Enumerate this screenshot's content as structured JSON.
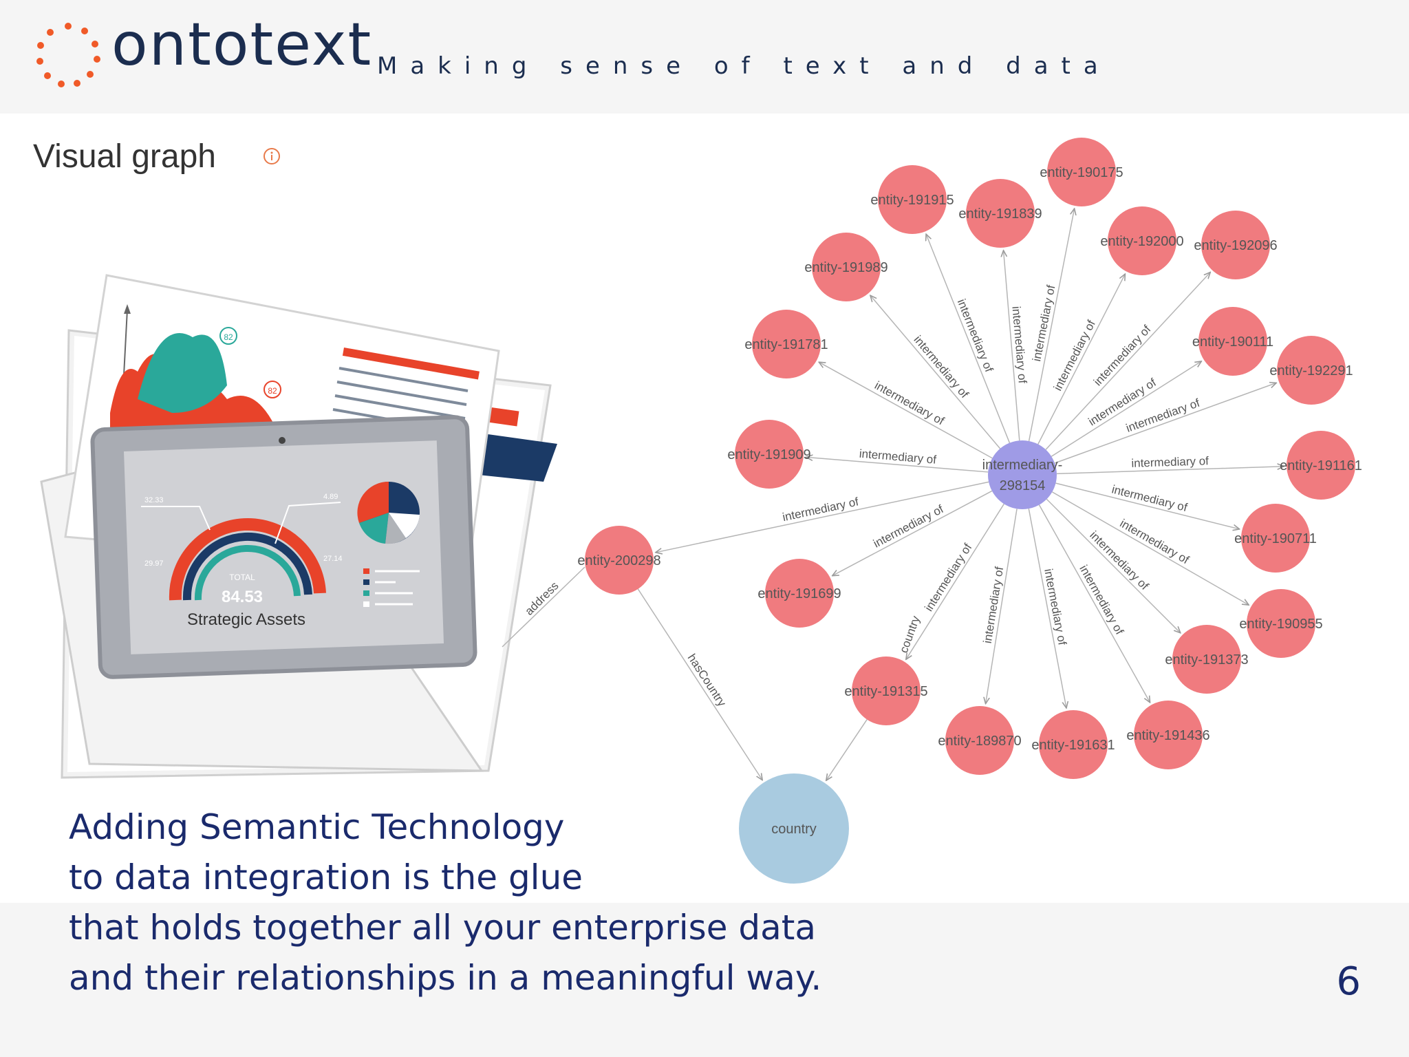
{
  "header": {
    "logo": "ontotext",
    "tagline": "Making sense of text and data"
  },
  "panel": {
    "title": "Visual graph",
    "info_icon": "info-icon"
  },
  "illustration": {
    "label": "Strategic Assets",
    "total_label": "TOTAL",
    "total_value": "84.53",
    "values": [
      "32.33",
      "4.89",
      "29.97",
      "27.14"
    ],
    "badges": [
      "82",
      "82"
    ]
  },
  "graph": {
    "center": "intermediary-298154",
    "hub_entity": "entity-200298",
    "country_node": "country",
    "edge_label": "intermediary of",
    "hub_edges": [
      "address",
      "hasCountry"
    ],
    "country_edge": "country",
    "entities": [
      "entity-190175",
      "entity-191915",
      "entity-191839",
      "entity-192000",
      "entity-192096",
      "entity-191989",
      "entity-191781",
      "entity-190111",
      "entity-192291",
      "entity-191909",
      "entity-191161",
      "entity-190711",
      "entity-191699",
      "entity-190955",
      "entity-191373",
      "entity-191315",
      "entity-189870",
      "entity-191631",
      "entity-191436"
    ]
  },
  "caption": {
    "lines": [
      "Adding Semantic Technology",
      "to data integration is the glue",
      "that holds together all your enterprise data",
      "and their relationships in a meaningful way."
    ]
  },
  "page_number": "6",
  "colors": {
    "brand_navy": "#1b2d4f",
    "brand_orange": "#f05a28",
    "entity_node": "#f07b7f",
    "center_node": "#9f9be6",
    "country_node": "#a9cbe0",
    "caption_text": "#1a2a6c"
  }
}
